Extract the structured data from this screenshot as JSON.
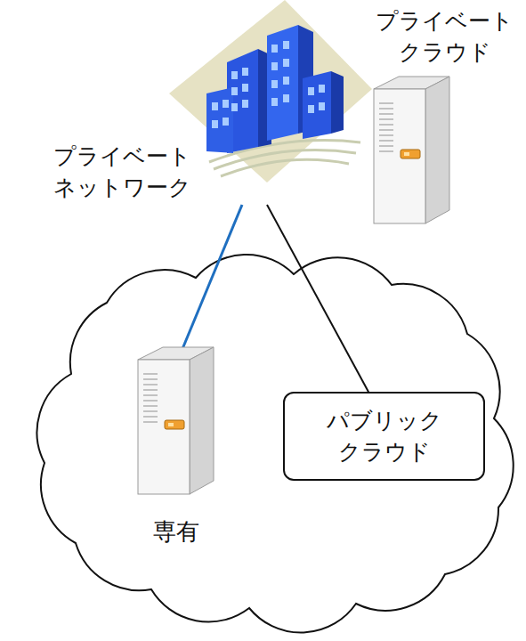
{
  "diagram": {
    "nodes": [
      {
        "text": [
          "プライベート クラウド"
        ]
      },
      {
        "text": [
          "専有"
        ]
      },
      {
        "text": [
          "パブリック クラウド"
        ]
      }
    ],
    "labels": [
      "プライベート ネットワーク"
    ]
  }
}
